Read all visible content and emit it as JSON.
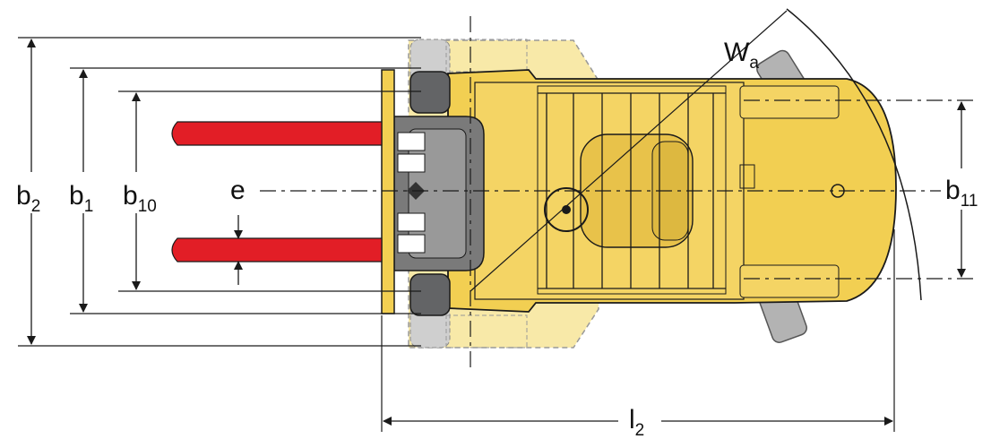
{
  "labels": {
    "b2": {
      "main": "b",
      "sub": "2"
    },
    "b1": {
      "main": "b",
      "sub": "1"
    },
    "b10": {
      "main": "b",
      "sub": "10"
    },
    "e": {
      "main": "e"
    },
    "wa": {
      "main": "W",
      "sub": "a"
    },
    "b11": {
      "main": "b",
      "sub": "11"
    },
    "l2": {
      "main": "l",
      "sub": "2"
    }
  },
  "colors": {
    "body": "#f2cf52",
    "body_light": "#f8e9a8",
    "fork": "#e21e26",
    "tire": "#636466",
    "tire_ghost": "#cfcfcf",
    "line": "#1a1a1a"
  }
}
